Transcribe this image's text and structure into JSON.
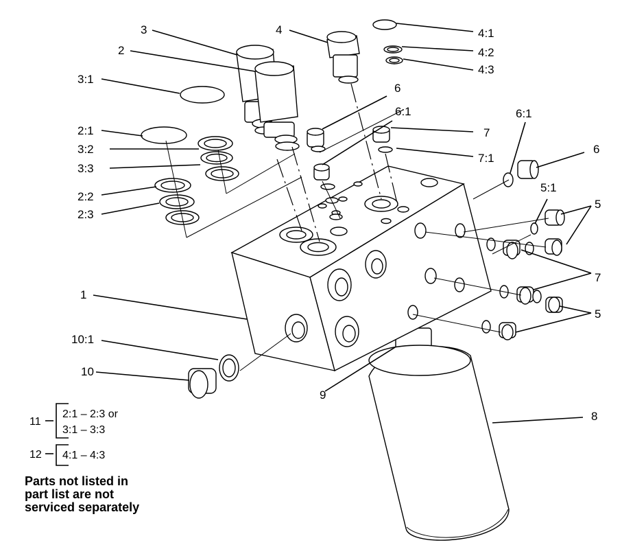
{
  "callouts": {
    "c1": "1",
    "c2": "2",
    "c2_1": "2:1",
    "c2_2": "2:2",
    "c2_3": "2:3",
    "c3": "3",
    "c3_1": "3:1",
    "c3_2": "3:2",
    "c3_3": "3:3",
    "c4": "4",
    "c4_1": "4:1",
    "c4_2": "4:2",
    "c4_3": "4:3",
    "c5_top": "5",
    "c5_bottom": "5",
    "c5_1": "5:1",
    "c6_top": "6",
    "c6_right": "6",
    "c6_1_top": "6:1",
    "c6_1_right": "6:1",
    "c7_top": "7",
    "c7_right": "7",
    "c7_1": "7:1",
    "c8": "8",
    "c9": "9",
    "c10": "10",
    "c10_1": "10:1"
  },
  "legend": {
    "kit11_number": "11",
    "kit11_line1": "2:1 – 2:3 or",
    "kit11_line2": "3:1 – 3:3",
    "kit12_number": "12",
    "kit12_line1": "4:1 – 4:3"
  },
  "note": {
    "line1": "Parts not listed in",
    "line2": "part list are not",
    "line3": "serviced separately"
  }
}
